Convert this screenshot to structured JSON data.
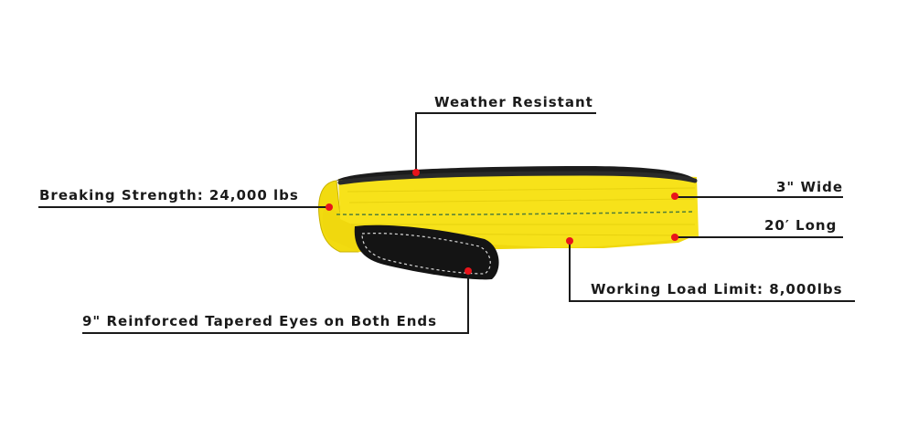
{
  "callouts": {
    "weather": "Weather Resistant",
    "breaking": "Breaking Strength: 24,000 lbs",
    "wide": "3\" Wide",
    "long": "20′ Long",
    "wll": "Working Load Limit: 8,000lbs",
    "eyes": "9\" Reinforced Tapered Eyes on Both Ends"
  },
  "colors": {
    "strap_yellow": "#f7e21a",
    "strap_shadow": "#d9c300",
    "eye_black": "#141414",
    "marker_red": "#e8141b",
    "line_dark": "#1a1a1a",
    "stitch_green": "#4f7d3a"
  }
}
